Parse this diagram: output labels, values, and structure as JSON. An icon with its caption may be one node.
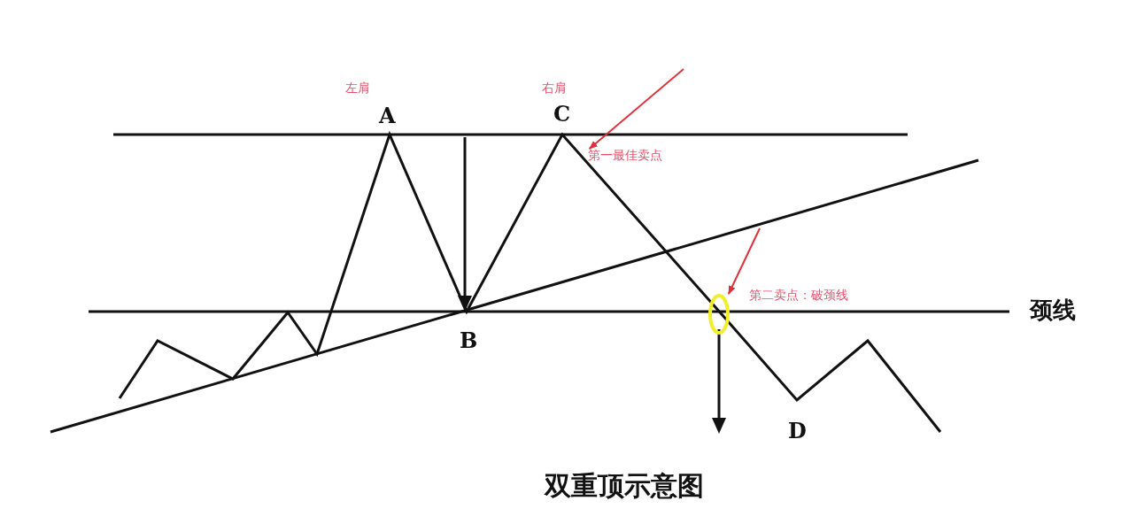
{
  "diagram": {
    "caption": "双重顶示意图",
    "nodes": [
      {
        "text": [
          "第一最佳卖点"
        ]
      },
      {
        "text": [
          "第二卖点：破颈线"
        ]
      },
      {
        "text": [],
        "shape": "ellipse"
      }
    ],
    "edges": [
      {
        "from": null,
        "to": 0,
        "arrow": "to",
        "color": "#e0303a"
      },
      {
        "from": null,
        "to": 2,
        "arrow": "to",
        "color": "#e0303a"
      }
    ],
    "labels": [
      "左肩",
      "右肩",
      "A",
      "C",
      "B",
      "颈线",
      "D"
    ]
  }
}
